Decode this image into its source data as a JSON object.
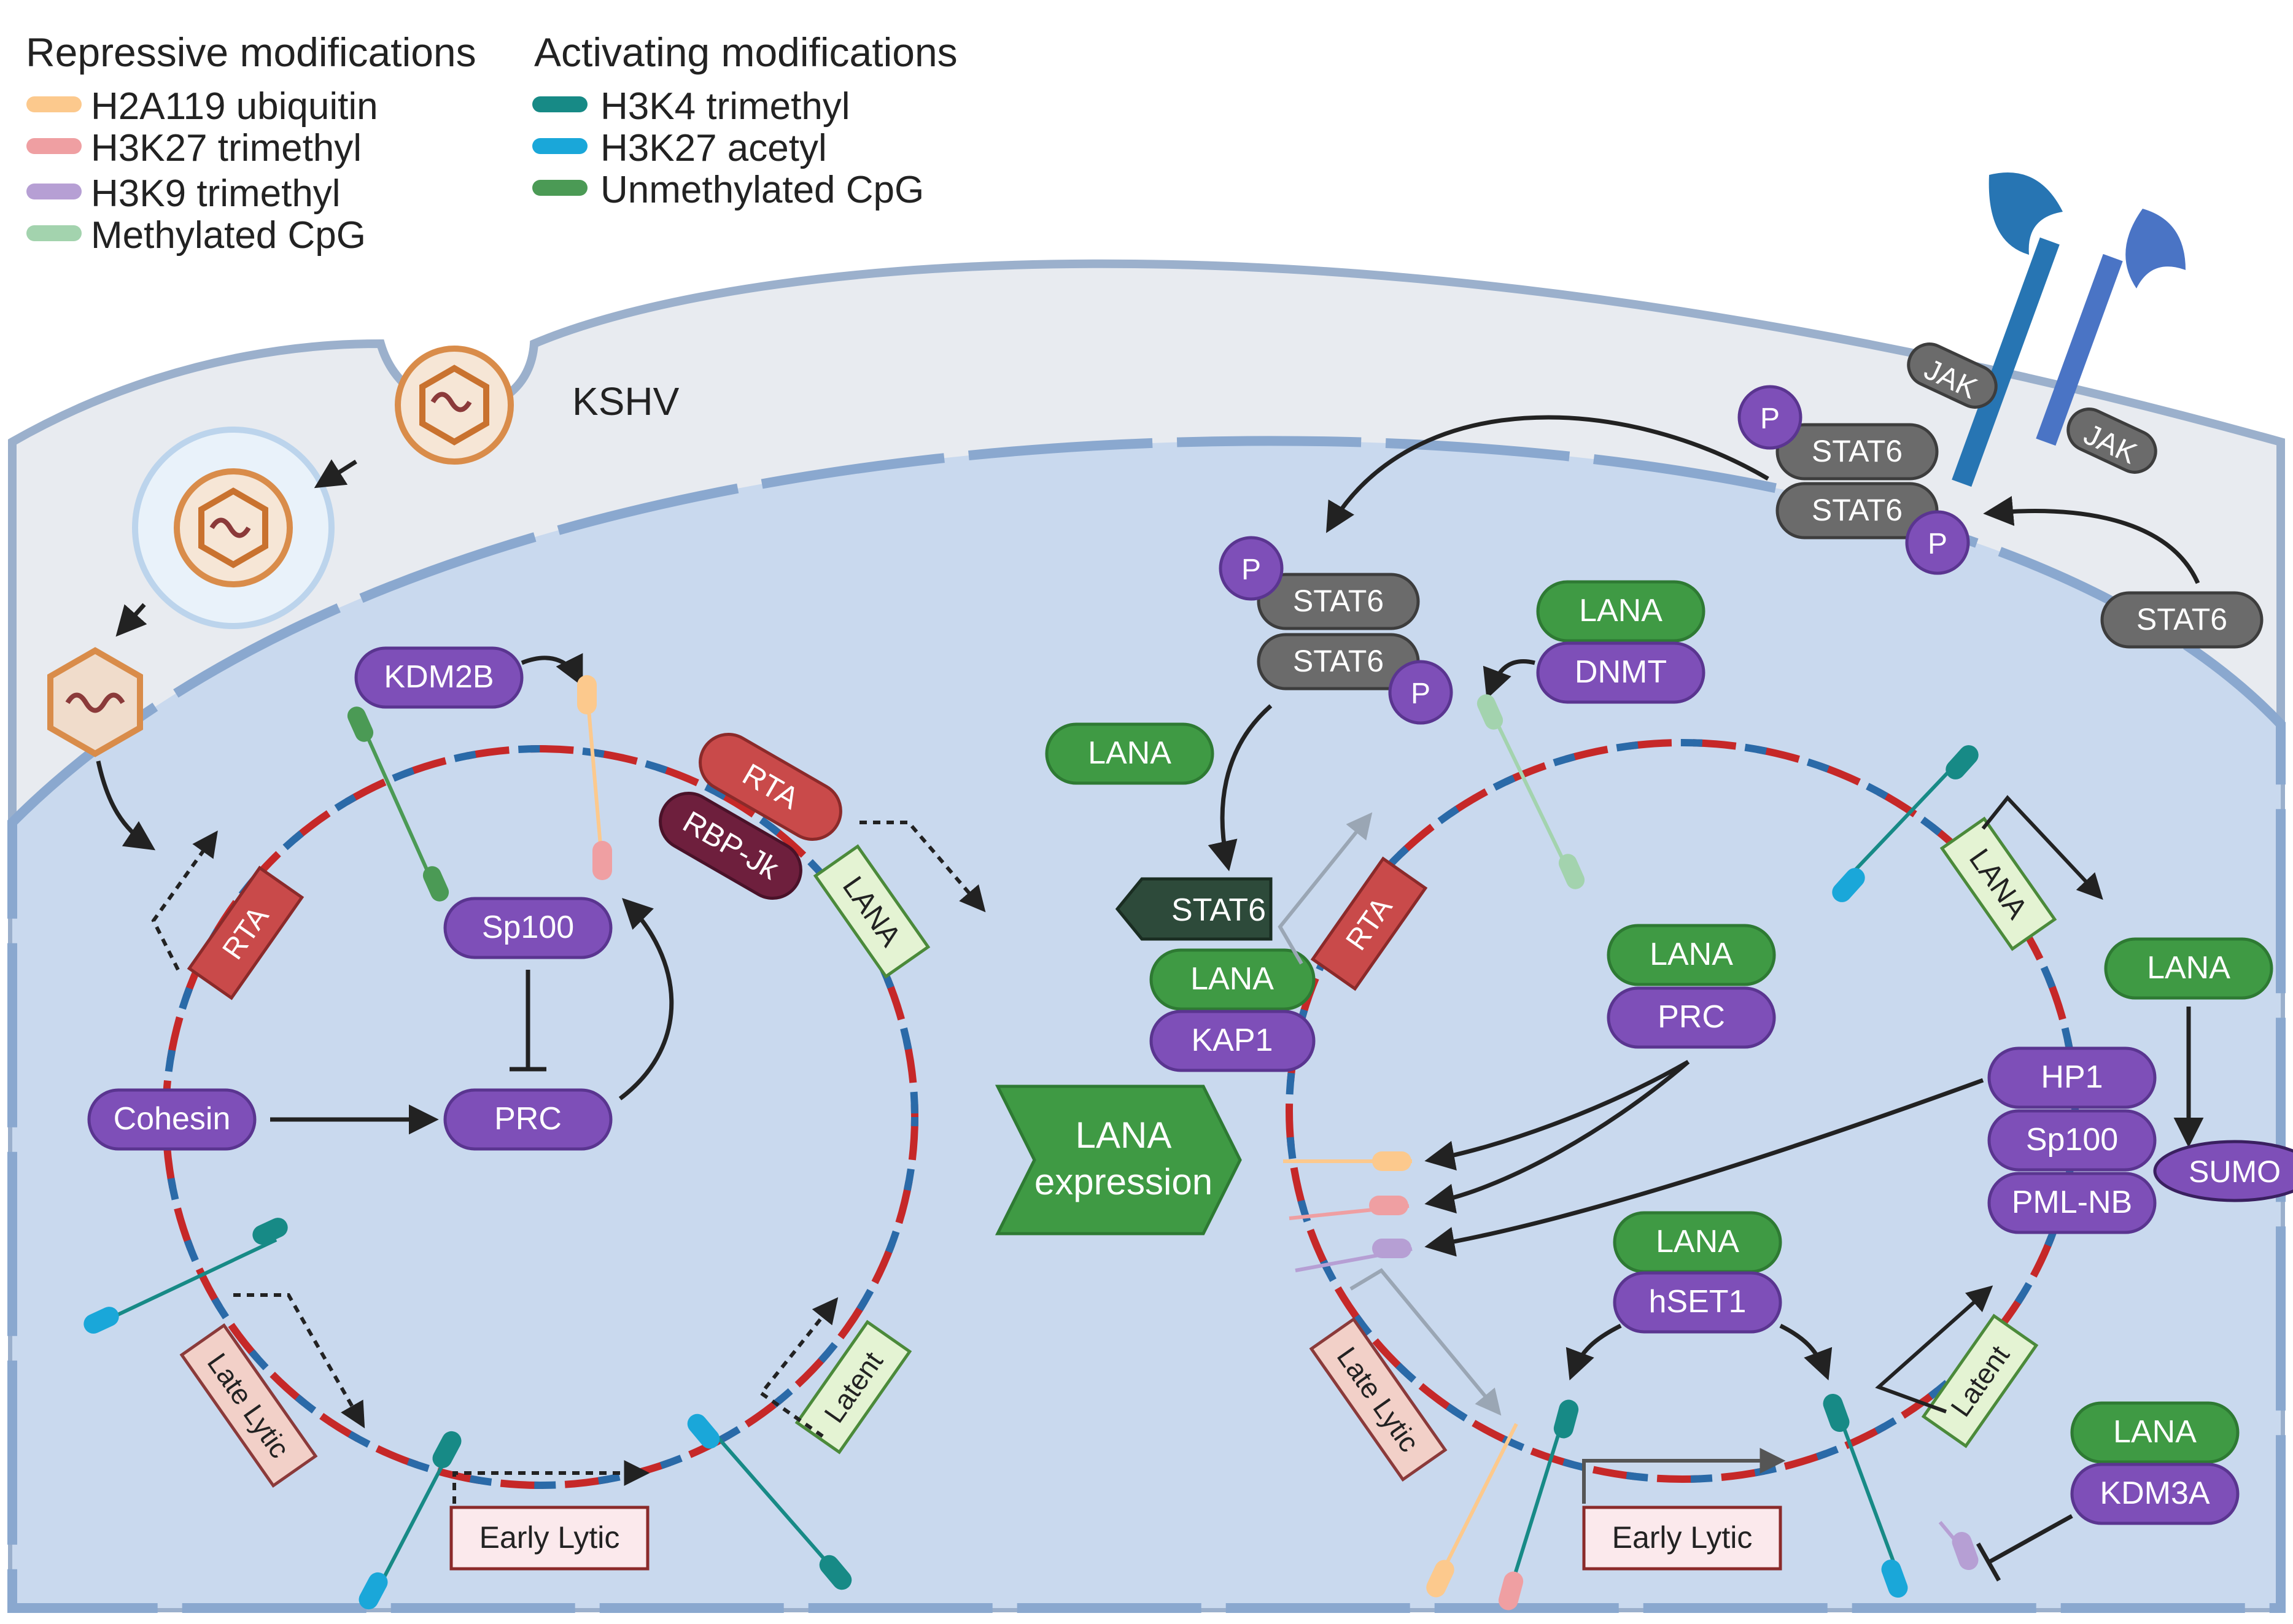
{
  "legend": {
    "repressive_title": "Repressive modifications",
    "activating_title": "Activating modifications",
    "repressive": [
      {
        "label": "H2A119 ubiquitin",
        "color": "#fcc98d"
      },
      {
        "label": "H3K27 trimethyl",
        "color": "#ef9fa2"
      },
      {
        "label": "H3K9 trimethyl",
        "color": "#b69fd4"
      },
      {
        "label": "Methylated CpG",
        "color": "#a3d3ae"
      }
    ],
    "activating": [
      {
        "label": "H3K4 trimethyl",
        "color": "#178a86"
      },
      {
        "label": "H3K27 acetyl",
        "color": "#1aa7d9"
      },
      {
        "label": "Unmethylated CpG",
        "color": "#4b9a55"
      }
    ]
  },
  "virus_label": "KSHV",
  "left_circle": {
    "factors": {
      "kdm2b": "KDM2B",
      "sp100": "Sp100",
      "cohesin": "Cohesin",
      "prc": "PRC",
      "rta_protein": "RTA",
      "rbpjk": "RBP-Jk"
    },
    "genes": {
      "rta": "RTA",
      "lana": "LANA",
      "late_lytic": "Late Lytic",
      "early_lytic": "Early Lytic",
      "latent": "Latent"
    }
  },
  "transition": {
    "line1": "LANA",
    "line2": "expression"
  },
  "signaling": {
    "jak": "JAK",
    "stat6": "STAT6",
    "p": "P"
  },
  "right_circle": {
    "lana": "LANA",
    "dnmt": "DNMT",
    "kap1": "KAP1",
    "prc": "PRC",
    "hp1": "HP1",
    "sp100": "Sp100",
    "pml_nb": "PML-NB",
    "sumo": "SUMO",
    "hset1": "hSET1",
    "kdm3a": "KDM3A",
    "genes": {
      "rta": "RTA",
      "lana": "LANA",
      "late_lytic": "Late Lytic",
      "early_lytic": "Early Lytic",
      "latent": "Latent"
    }
  },
  "colors": {
    "purple": "#7e4fb8",
    "green": "#3f9a44",
    "gray": "#6b6b6b",
    "dna_red": "#c62828",
    "dna_blue": "#2a6aa8",
    "nucleus": "#c9d9ee",
    "cytoplasm": "#e8ebf0"
  }
}
